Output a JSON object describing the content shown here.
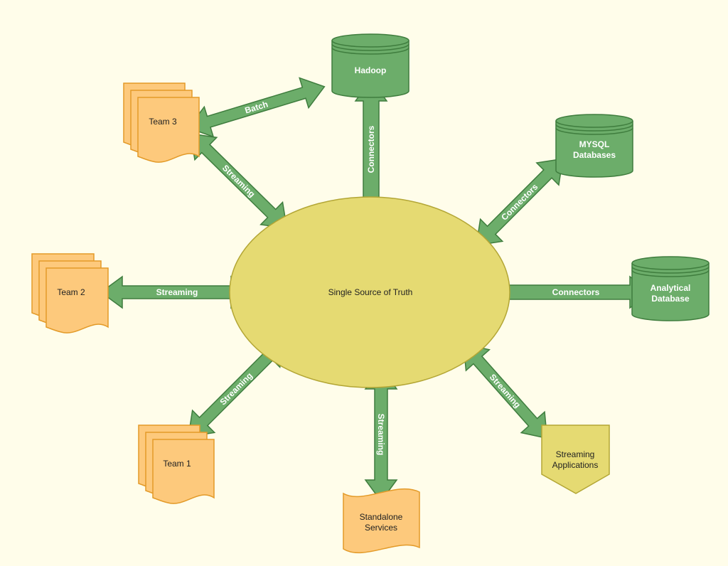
{
  "colors": {
    "background": "#fffdea",
    "arrow_fill": "#6cad6a",
    "arrow_stroke": "#3f7d3e",
    "db_fill": "#6cad6a",
    "db_stroke": "#3f7d3e",
    "team_fill": "#fdc97c",
    "team_stroke": "#e39a28",
    "ellipse_fill": "#e5da72",
    "ellipse_stroke": "#b3a635",
    "streaming_app_fill": "#e5da72",
    "streaming_app_stroke": "#b3a635"
  },
  "center": {
    "label": "Single Source of Truth"
  },
  "databases": {
    "hadoop": {
      "line1": "Hadoop",
      "line2": ""
    },
    "mysql": {
      "line1": "MYSQL",
      "line2": "Databases"
    },
    "analytical": {
      "line1": "Analytical",
      "line2": "Database"
    }
  },
  "teams": {
    "team3": "Team 3",
    "team2": "Team 2",
    "team1": "Team 1"
  },
  "standalone": {
    "line1": "Standalone",
    "line2": "Services"
  },
  "streaming_apps": {
    "line1": "Streaming",
    "line2": "Applications"
  },
  "arrows": {
    "batch": "Batch",
    "team3_streaming": "Streaming",
    "hadoop_connectors": "Connectors",
    "mysql_connectors": "Connectors",
    "team2_streaming": "Streaming",
    "analytical_connectors": "Connectors",
    "team1_streaming": "Streaming",
    "standalone_streaming": "Streaming",
    "apps_streaming": "Streaming"
  }
}
